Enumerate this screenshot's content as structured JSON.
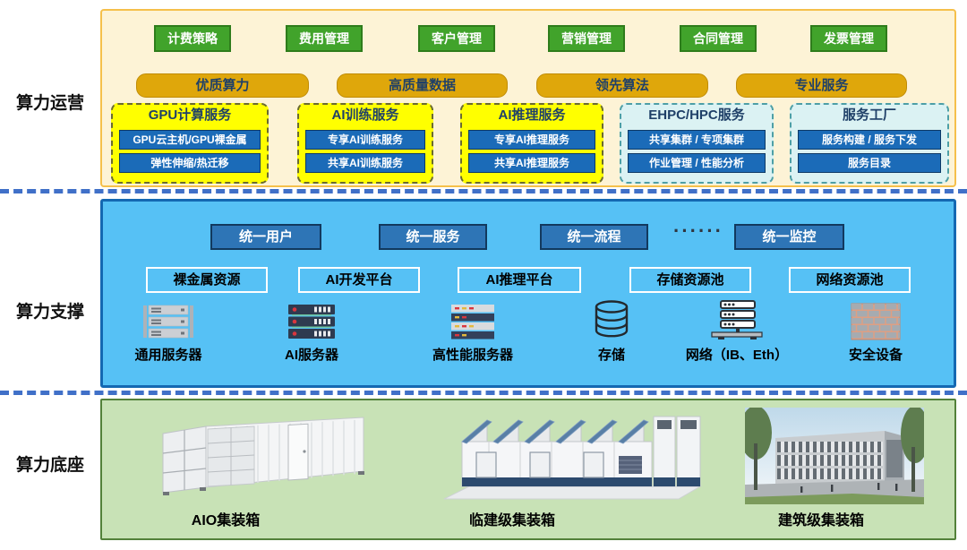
{
  "layers": [
    {
      "label": "算力运营"
    },
    {
      "label": "算力支撑"
    },
    {
      "label": "算力底座"
    }
  ],
  "operations": {
    "green_buttons": [
      "计费策略",
      "费用管理",
      "客户管理",
      "营销管理",
      "合同管理",
      "发票管理"
    ],
    "gold_bars": [
      "优质算力",
      "高质量数据",
      "领先算法",
      "专业服务"
    ],
    "groups": [
      {
        "title": "GPU计算服务",
        "style": "yellow",
        "items": [
          "GPU云主机/GPU裸金属",
          "弹性伸缩/热迁移"
        ]
      },
      {
        "title": "AI训练服务",
        "style": "yellow",
        "items": [
          "专享AI训练服务",
          "共享AI训练服务"
        ]
      },
      {
        "title": "AI推理服务",
        "style": "yellow",
        "items": [
          "专享AI推理服务",
          "共享AI推理服务"
        ]
      },
      {
        "title": "EHPC/HPC服务",
        "style": "cyan",
        "items": [
          "共享集群 / 专项集群",
          "作业管理 / 性能分析"
        ]
      },
      {
        "title": "服务工厂",
        "style": "cyan",
        "items": [
          "服务构建 / 服务下发",
          "服务目录"
        ]
      }
    ]
  },
  "support": {
    "unified": [
      "统一用户",
      "统一服务",
      "统一流程",
      "统一监控"
    ],
    "ellipsis": "······",
    "platforms": [
      "裸金属资源",
      "AI开发平台",
      "AI推理平台",
      "存储资源池",
      "网络资源池"
    ],
    "hardware": [
      {
        "label": "通用服务器",
        "icon": "generic-server-icon"
      },
      {
        "label": "AI服务器",
        "icon": "ai-server-icon"
      },
      {
        "label": "高性能服务器",
        "icon": "hpc-server-icon"
      },
      {
        "label": "存储",
        "icon": "storage-icon"
      },
      {
        "label": "网络（IB、Eth）",
        "icon": "network-switch-icon"
      },
      {
        "label": "安全设备",
        "icon": "firewall-icon"
      }
    ]
  },
  "foundation": {
    "items": [
      {
        "label": "AIO集装箱",
        "image": "aio-container-illustration"
      },
      {
        "label": "临建级集装箱",
        "image": "temporary-container-illustration"
      },
      {
        "label": "建筑级集装箱",
        "image": "building-photo"
      }
    ]
  },
  "colors": {
    "operations_bg": "#FDF3D6",
    "operations_border": "#F5C04B",
    "green_button": "#41A32B",
    "gold_bar": "#DFA70B",
    "gold_text": "#1F4068",
    "group_yellow": "#FFFF00",
    "group_cyan": "#DBF2F3",
    "sub_button_blue": "#1B6BB8",
    "support_bg": "#56C1F5",
    "support_border": "#1468B2",
    "unified_button": "#2E75B6",
    "separator": "#4070C8",
    "foundation_bg": "#C8E2B6",
    "foundation_border": "#53813A"
  }
}
